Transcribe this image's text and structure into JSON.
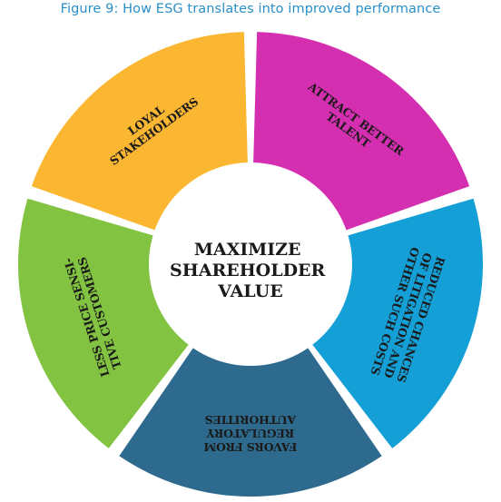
{
  "figure": {
    "title": "Figure 9: How ESG translates into improved performance"
  },
  "center": {
    "lines": [
      "MAXIMIZE",
      "SHAREHOLDER",
      "VALUE"
    ]
  },
  "segments": [
    {
      "id": "attract-better-talent",
      "lines": [
        "ATTRACT BETTER",
        "TALENT"
      ],
      "color": "#d42fb0"
    },
    {
      "id": "reduced-chances",
      "lines": [
        "REDUCED CHANCES",
        "OF LITIGATION AND",
        "OTHER SUCH COSTS"
      ],
      "color": "#149fd6"
    },
    {
      "id": "favors-from-regulatory",
      "lines": [
        "FAVORS FROM",
        "REGULATORY",
        "AUTHORITIES"
      ],
      "color": "#2e6a8d"
    },
    {
      "id": "less-price-sensitive",
      "lines": [
        "LESS PRICE SENSI-",
        "TIVE CUSTOMERS"
      ],
      "color": "#82c341"
    },
    {
      "id": "loyal-stakeholders",
      "lines": [
        "LOYAL",
        "STAKEHOLDERS"
      ],
      "color": "#fbb732"
    }
  ]
}
